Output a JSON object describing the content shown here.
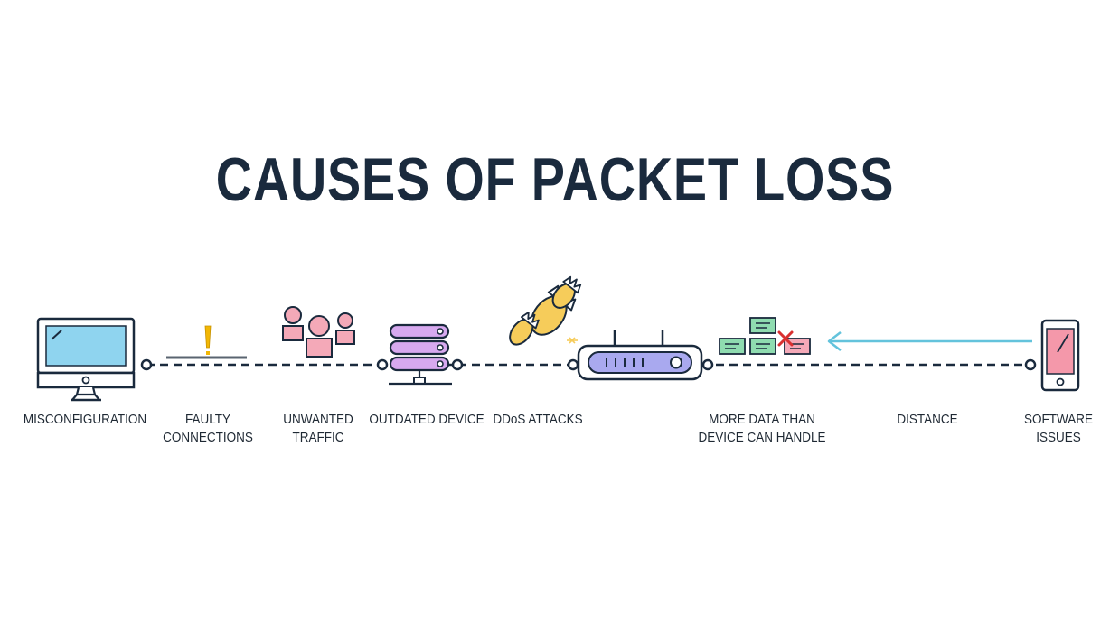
{
  "title": "CAUSES OF PACKET LOSS",
  "colors": {
    "ink": "#1a2a3d",
    "monitor_screen": "#8fd4ef",
    "alert": "#f2b705",
    "users": "#f4a9b8",
    "server": "#d7a9ef",
    "bomb": "#f6cc5a",
    "router": "#a9a9ef",
    "packets": "#8fdcb0",
    "drop_mark": "#d93030",
    "distance_arrow": "#63c3dc",
    "phone_screen": "#f498aa"
  },
  "icons": [
    "monitor-icon",
    "broken-cable-icon",
    "users-icon",
    "server-icon",
    "ddos-bombs-icon",
    "router-icon",
    "data-packets-icon",
    "distance-arrow-icon",
    "smartphone-icon"
  ],
  "causes": [
    {
      "name": "misconfiguration",
      "line1": "MISCONFIGURATION",
      "line2": ""
    },
    {
      "name": "faulty-connections",
      "line1": "FAULTY",
      "line2": "CONNECTIONS"
    },
    {
      "name": "unwanted-traffic",
      "line1": "UNWANTED",
      "line2": "TRAFFIC"
    },
    {
      "name": "outdated-device",
      "line1": "OUTDATED DEVICE",
      "line2": ""
    },
    {
      "name": "ddos-attacks",
      "line1": "DDoS ATTACKS",
      "line2": ""
    },
    {
      "name": "more-data",
      "line1": "MORE DATA THAN",
      "line2": "DEVICE CAN HANDLE"
    },
    {
      "name": "distance",
      "line1": "DISTANCE",
      "line2": ""
    },
    {
      "name": "software-issues",
      "line1": "SOFTWARE",
      "line2": "ISSUES"
    }
  ]
}
